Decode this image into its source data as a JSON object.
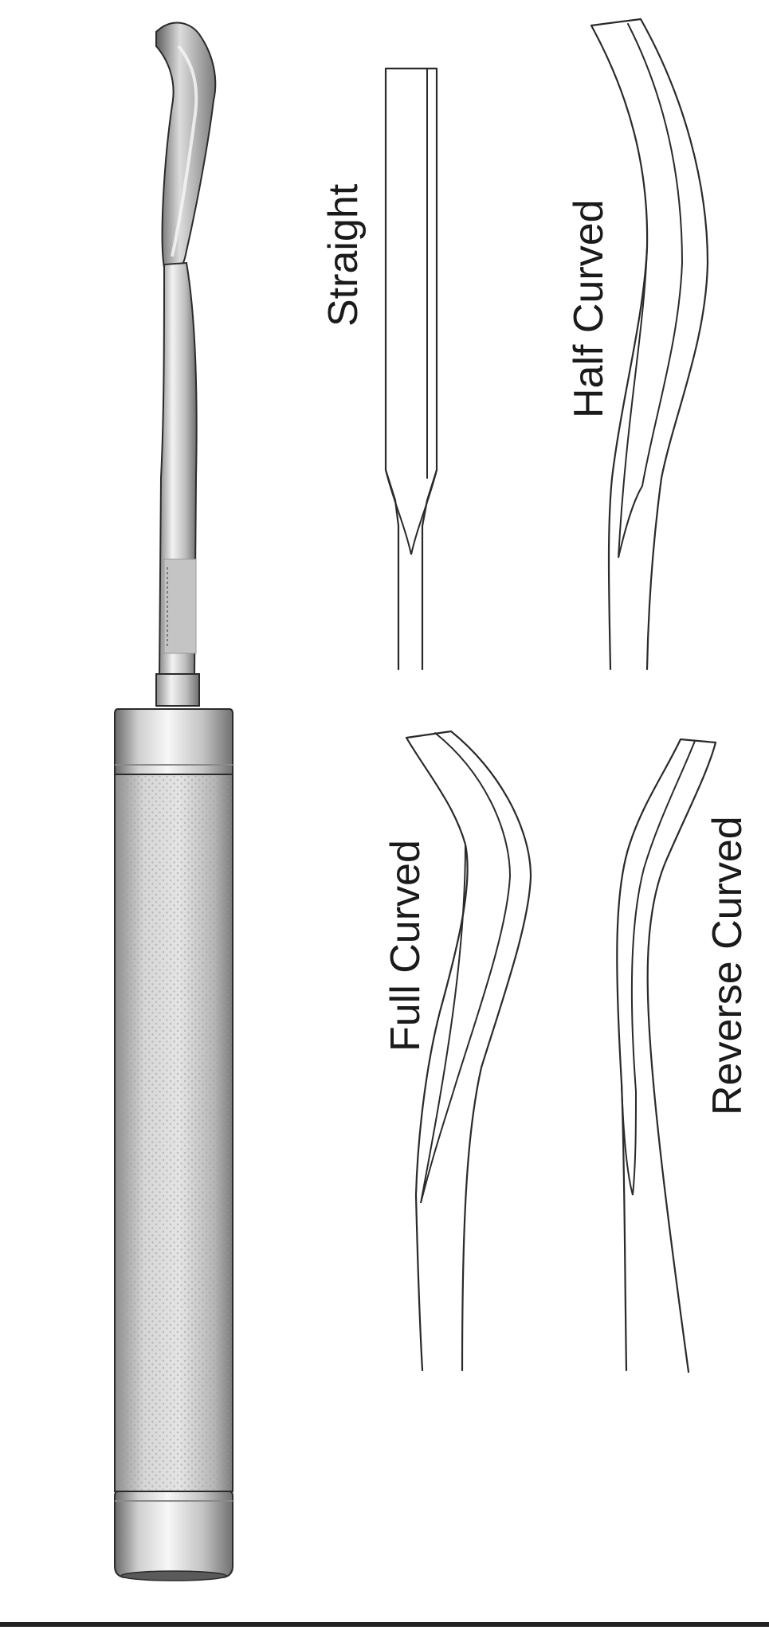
{
  "figure": {
    "labels": {
      "straight": "Straight",
      "half_curved": "Half Curved",
      "full_curved": "Full Curved",
      "reverse_curved": "Reverse Curved"
    },
    "colors": {
      "background": "#ffffff",
      "line": "#2a2a2a",
      "metal_light": "#e8e8e8",
      "metal_mid": "#b8b8b8",
      "metal_dark": "#6e6e6e",
      "handle_grip": "#c9c9c9",
      "bottom_border": "#222222"
    },
    "icons": {
      "instrument": "gouge-chisel-illustration",
      "tip_variants": [
        "straight-tip",
        "half-curved-tip",
        "full-curved-tip",
        "reverse-curved-tip"
      ]
    }
  }
}
